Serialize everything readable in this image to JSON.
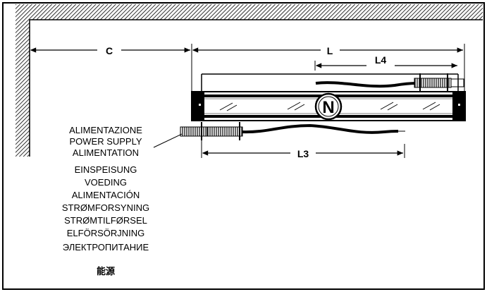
{
  "dimensions": {
    "c_label": "C",
    "l_label": "L",
    "l4_label": "L4",
    "l3_label": "L3"
  },
  "emblem": {
    "letter": "N"
  },
  "power_supply_labels": [
    "ALIMENTAZIONE",
    "POWER SUPPLY",
    "ALIMENTATION",
    "EINSPEISUNG",
    "VOEDING",
    "ALIMENTACIÓN",
    "STRØMFORSYNING",
    "STRØMTILFØRSEL",
    "ELFÖRSÖRJNING",
    "ЭЛЕКТРОПИТАНИЕ",
    "能源"
  ],
  "colors": {
    "line": "#000000",
    "hatch": "#000000",
    "background": "#ffffff"
  }
}
